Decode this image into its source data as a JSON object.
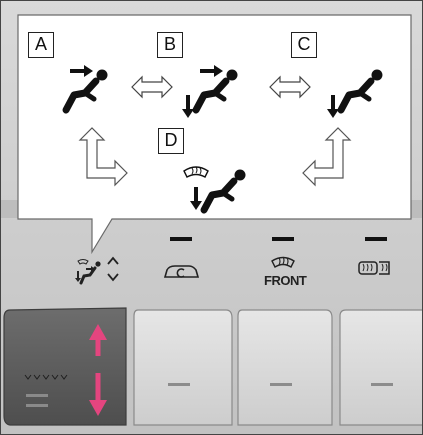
{
  "callout": {
    "modes": [
      {
        "letter": "A",
        "icon": "face-vent-icon"
      },
      {
        "letter": "B",
        "icon": "bi-level-vent-icon"
      },
      {
        "letter": "C",
        "icon": "foot-vent-icon"
      },
      {
        "letter": "D",
        "icon": "foot-defrost-vent-icon"
      }
    ],
    "cycle_arrows": [
      "double-arrow-icon",
      "double-arrow-icon",
      "return-arrow-icon",
      "return-arrow-icon"
    ]
  },
  "panel": {
    "buttons": [
      {
        "name": "airflow-mode-button",
        "icons": [
          "airflow-mode-icon",
          "up-down-chevrons-icon"
        ]
      },
      {
        "name": "recirculation-button",
        "icons": [
          "recirculation-icon"
        ]
      },
      {
        "name": "front-defroster-button",
        "icons": [
          "front-defroster-icon"
        ],
        "label": "FRONT"
      },
      {
        "name": "rear-defogger-button",
        "icons": [
          "rear-defogger-icon"
        ]
      }
    ],
    "indicator_color": "#111111",
    "highlight_arrow_color": "#e4457f"
  }
}
